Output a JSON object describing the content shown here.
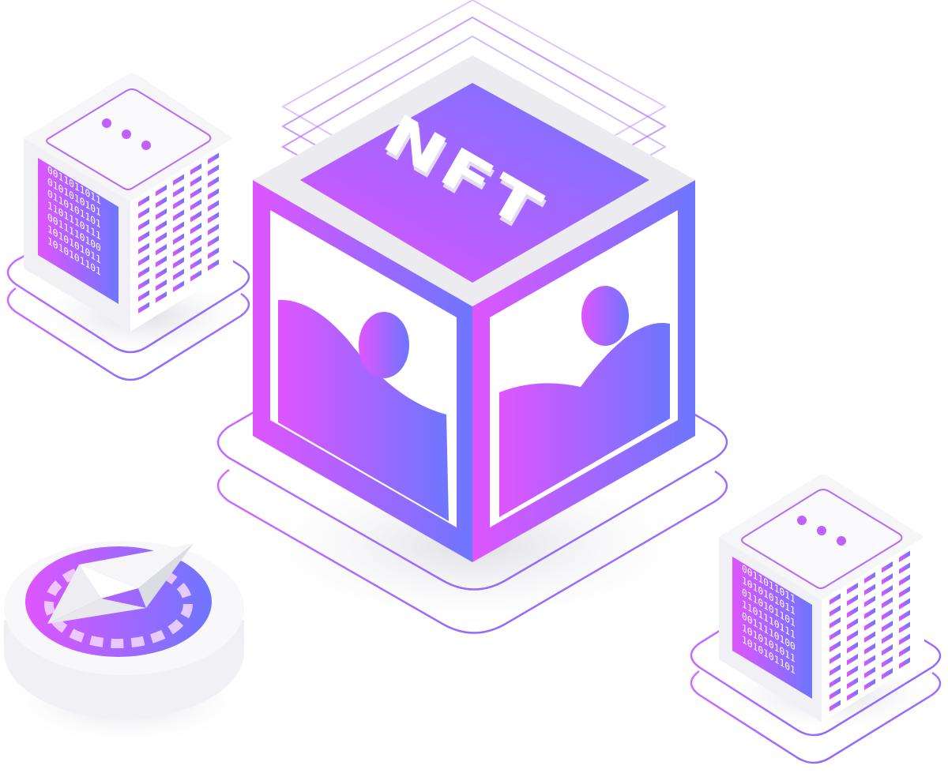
{
  "colors": {
    "pink": "#d957ff",
    "violet": "#a46bff",
    "blue": "#6f74ff",
    "white": "#ffffff",
    "light_gray": "#f1f1f4",
    "mid_gray": "#e4e4ea",
    "shadow": "#dcdce2",
    "outline": "#b86cf2"
  },
  "cube": {
    "label": "NFT",
    "icon": "image-icon"
  },
  "servers": [
    {
      "name": "server-left",
      "icon": "more-dots-icon",
      "binary_lines": [
        "0011011011",
        "0101010101",
        "0110101101",
        "1101110111",
        "0011110100",
        "1010101011",
        "1010101101"
      ]
    },
    {
      "name": "server-right",
      "icon": "more-dots-icon",
      "binary_lines": [
        "0011011011",
        "1010101011",
        "0110101101",
        "1101110111",
        "0011110100",
        "1010101011",
        "1010101101"
      ]
    }
  ],
  "coin": {
    "icon": "ethereum-icon"
  }
}
